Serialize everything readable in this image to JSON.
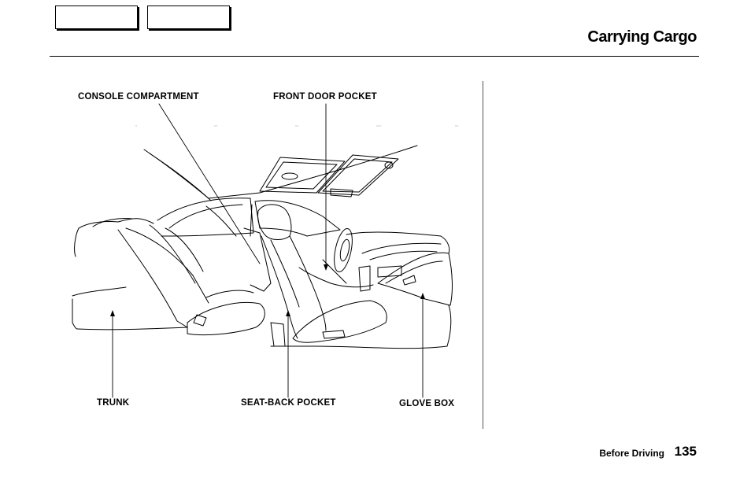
{
  "header": {
    "title": "Carrying Cargo"
  },
  "illustration": {
    "callouts": {
      "console": "CONSOLE COMPARTMENT",
      "front_door": "FRONT DOOR POCKET",
      "trunk": "TRUNK",
      "seat_back": "SEAT-BACK POCKET",
      "glove_box": "GLOVE BOX"
    }
  },
  "footer": {
    "section": "Before Driving",
    "page_number": "135"
  }
}
